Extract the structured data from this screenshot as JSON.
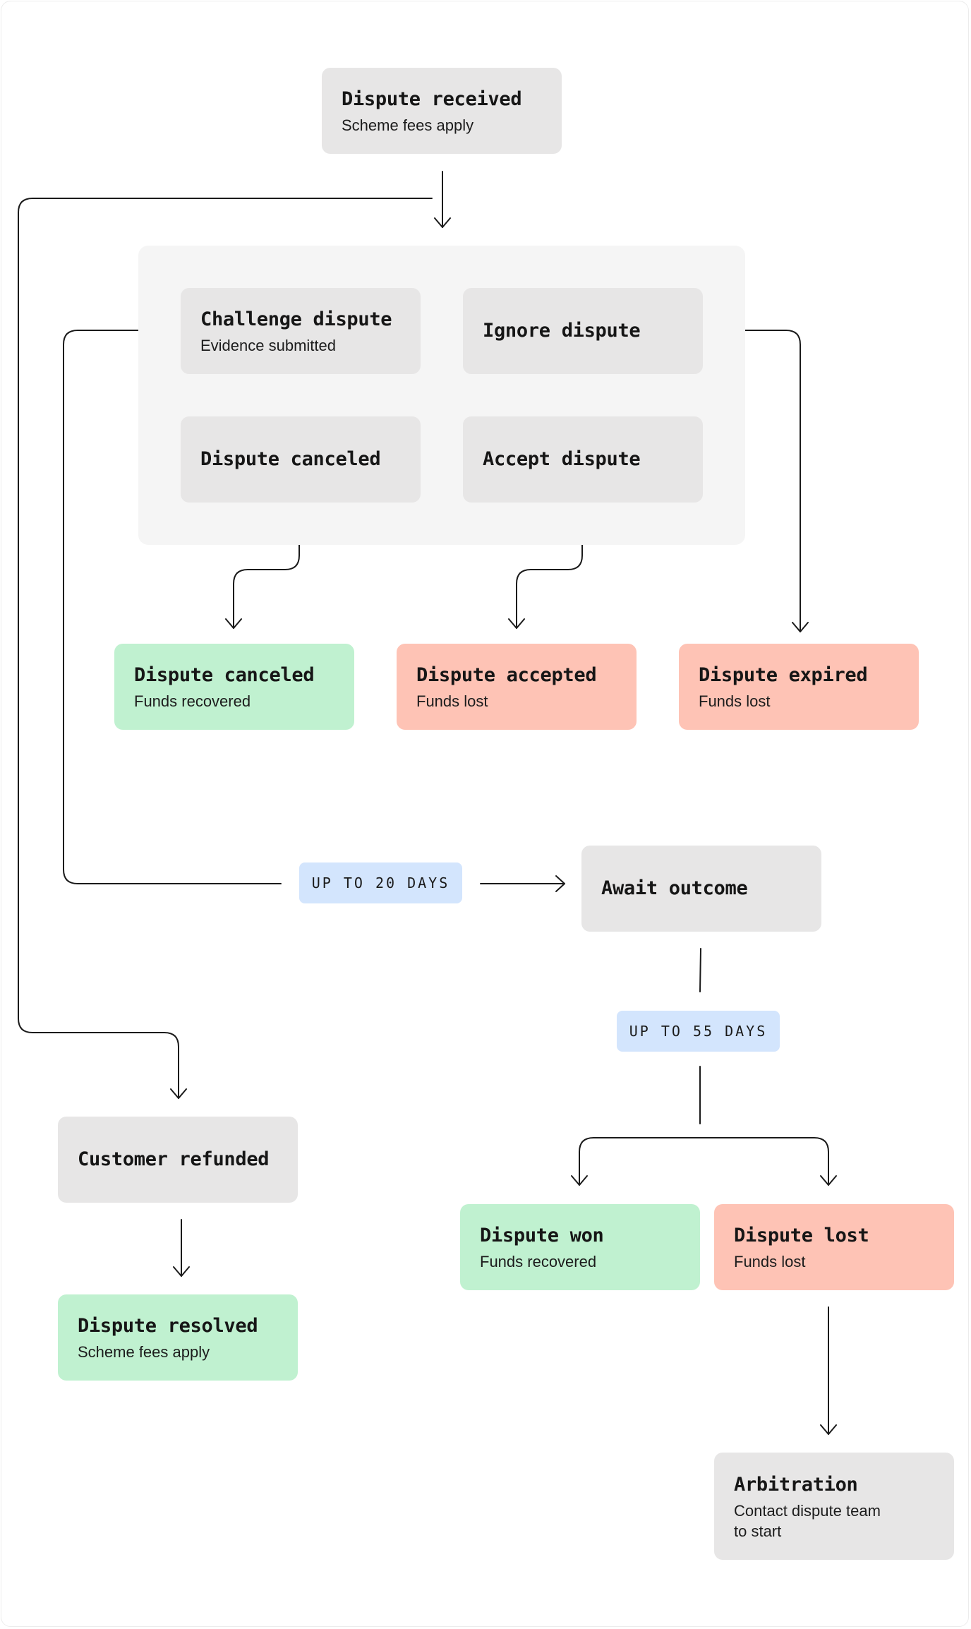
{
  "flowchart": {
    "nodes": {
      "dispute_received": {
        "title": "Dispute received",
        "subtitle": "Scheme fees apply"
      },
      "challenge_dispute": {
        "title": "Challenge dispute",
        "subtitle": "Evidence submitted"
      },
      "ignore_dispute": {
        "title": "Ignore dispute"
      },
      "dispute_canceled_action": {
        "title": "Dispute canceled"
      },
      "accept_dispute": {
        "title": "Accept dispute"
      },
      "dispute_canceled": {
        "title": "Dispute canceled",
        "subtitle": "Funds recovered"
      },
      "dispute_accepted": {
        "title": "Dispute accepted",
        "subtitle": "Funds lost"
      },
      "dispute_expired": {
        "title": "Dispute expired",
        "subtitle": "Funds lost"
      },
      "await_outcome": {
        "title": "Await outcome"
      },
      "customer_refunded": {
        "title": "Customer refunded"
      },
      "dispute_resolved": {
        "title": "Dispute resolved",
        "subtitle": "Scheme fees apply"
      },
      "dispute_won": {
        "title": "Dispute won",
        "subtitle": "Funds recovered"
      },
      "dispute_lost": {
        "title": "Dispute lost",
        "subtitle": "Funds lost"
      },
      "arbitration": {
        "title": "Arbitration",
        "subtitle": "Contact dispute team\nto start"
      }
    },
    "labels": {
      "up_to_20_days": "UP TO 20 DAYS",
      "up_to_55_days": "UP TO 55 DAYS"
    },
    "colors": {
      "neutral": "#e7e6e6",
      "success": "#c0f1d0",
      "danger": "#fec3b5",
      "duration": "#d3e5fd",
      "group": "#f5f5f5",
      "line": "#1a1a1a"
    }
  }
}
